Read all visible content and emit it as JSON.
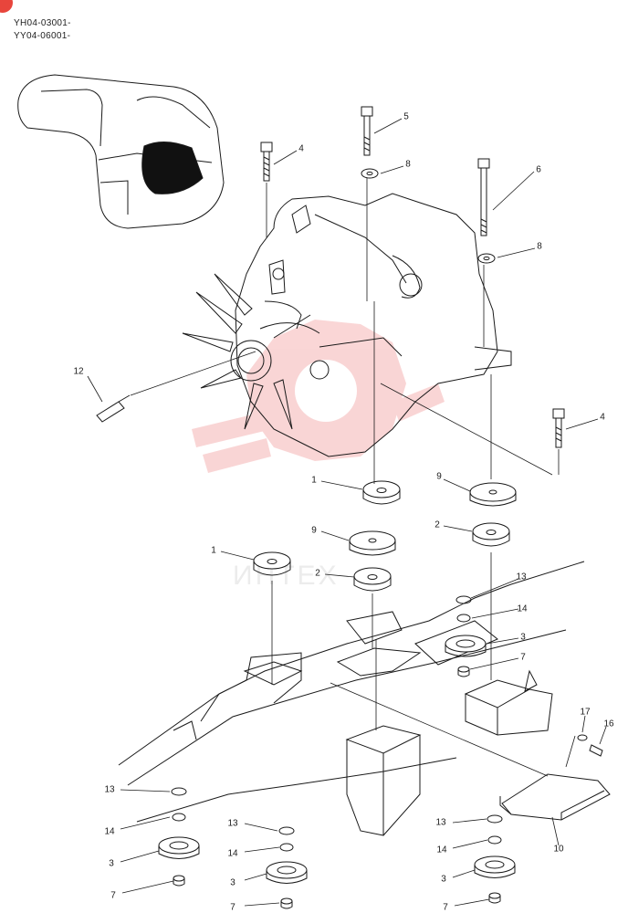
{
  "serials": [
    "YH04-03001-",
    "YY04-06001-"
  ],
  "watermark": {
    "text": "ИНТЕХ",
    "color": "#f08a8a"
  },
  "badge_color": "#e8453c",
  "line_color": "#1a1a1a",
  "callouts": [
    {
      "label": "5"
    },
    {
      "label": "4"
    },
    {
      "label": "8"
    },
    {
      "label": "6"
    },
    {
      "label": "8"
    },
    {
      "label": "12"
    },
    {
      "label": "4"
    },
    {
      "label": "9"
    },
    {
      "label": "1"
    },
    {
      "label": "2"
    },
    {
      "label": "9"
    },
    {
      "label": "1"
    },
    {
      "label": "2"
    },
    {
      "label": "13"
    },
    {
      "label": "14"
    },
    {
      "label": "3"
    },
    {
      "label": "7"
    },
    {
      "label": "17"
    },
    {
      "label": "16"
    },
    {
      "label": "10"
    },
    {
      "label": "13"
    },
    {
      "label": "14"
    },
    {
      "label": "3"
    },
    {
      "label": "7"
    },
    {
      "label": "13"
    },
    {
      "label": "14"
    },
    {
      "label": "3"
    },
    {
      "label": "7"
    },
    {
      "label": "13"
    },
    {
      "label": "14"
    },
    {
      "label": "3"
    },
    {
      "label": "7"
    }
  ]
}
